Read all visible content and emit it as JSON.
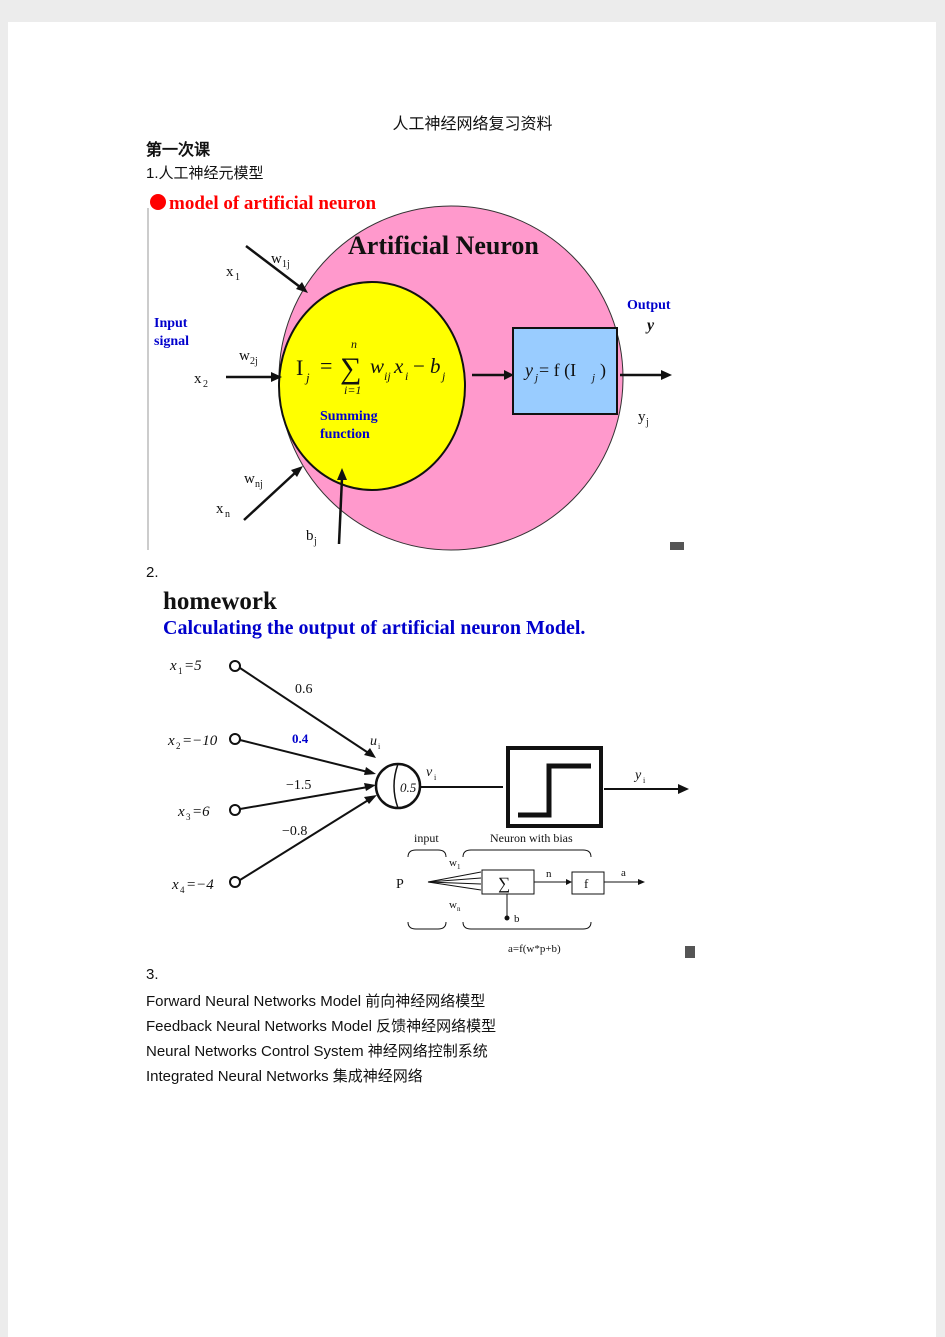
{
  "doc": {
    "title": "人工神经网络复习资料",
    "lesson": "第一次课",
    "item1": "1.人工神经元模型",
    "item2": "2.",
    "item3": "3.",
    "list": [
      "Forward Neural Networks Model  前向神经网络模型",
      "Feedback Neural Networks Model 反馈神经网络模型",
      "Neural Networks Control System 神经网络控制系统",
      "Integrated Neural Networks  集成神经网络"
    ]
  },
  "fig1": {
    "heading": "model of artificial neuron",
    "neuron_title": "Artificial Neuron",
    "input_line1": "Input",
    "input_line2": "signal",
    "output_label": "Output",
    "output_var": "y",
    "x1": "x",
    "x1_sub": "1",
    "x2": "x",
    "x2_sub": "2",
    "xn": "x",
    "xn_sub": "n",
    "w1": "w",
    "w1_sub": "1j",
    "w2": "w",
    "w2_sub": "2j",
    "wn": "w",
    "wn_sub": "nj",
    "b": "b",
    "b_sub": "j",
    "yj": "y",
    "yj_sub": "j",
    "summing1": "Summing",
    "summing2": "function",
    "sum_I": "I",
    "sum_j": "j",
    "sum_eq": "=",
    "sum_sigma": "∑",
    "sum_top": "n",
    "sum_bottom": "i=1",
    "sum_w": "w",
    "sum_ij": "ij",
    "sum_x": "x",
    "sum_i": "i",
    "sum_minus": "−",
    "sum_b": "b",
    "sum_bj": "j",
    "box_formula": "y",
    "box_j": "j",
    "box_rest": " = f (I",
    "box_j2": "j",
    "box_close": ")",
    "colors": {
      "pink": "#ff99cc",
      "yellow": "#ffff00",
      "box": "#99ccff",
      "red": "#ff0000",
      "blue": "#0000cc"
    }
  },
  "fig2": {
    "heading": "homework",
    "subheading": "Calculating the output of artificial neuron Model.",
    "inputs": [
      {
        "var": "x",
        "sub": "1",
        "value": "=5"
      },
      {
        "var": "x",
        "sub": "2",
        "value": "=−10"
      },
      {
        "var": "x",
        "sub": "3",
        "value": "=6"
      },
      {
        "var": "x",
        "sub": "4",
        "value": "=−4"
      }
    ],
    "weights": [
      "0.6",
      "0.4",
      "−1.5",
      "−0.8"
    ],
    "u": "u",
    "u_sub": "i",
    "v": "v",
    "v_sub": "i",
    "y": "y",
    "y_sub": "i",
    "bias": "0.5",
    "lower_input": "input",
    "lower_nwb": "Neuron with bias",
    "lower_p": "P",
    "lower_w1": "w",
    "lower_w1_sub": "1",
    "lower_wn": "w",
    "lower_wn_sub": "n",
    "lower_sigma": "∑",
    "lower_n": "n",
    "lower_f": "f",
    "lower_a": "a",
    "lower_b": "b",
    "lower_formula": "a=f(w*p+b)"
  }
}
